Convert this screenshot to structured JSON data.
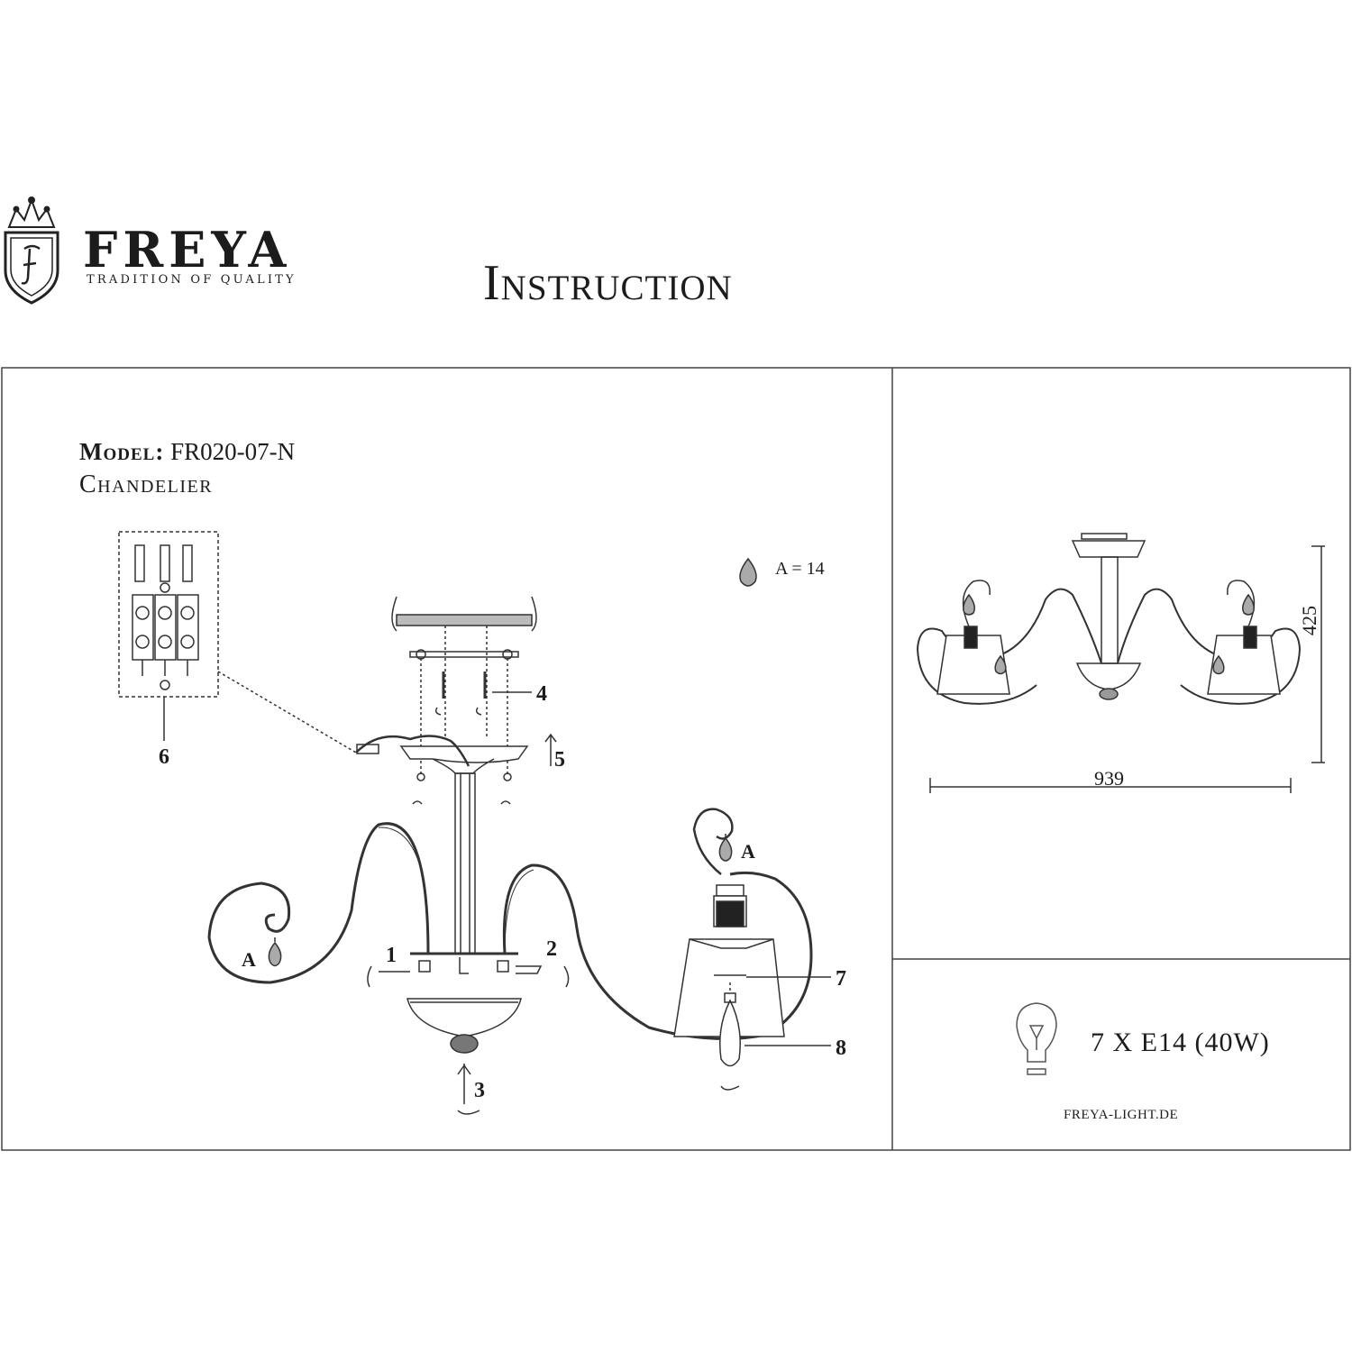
{
  "brand": {
    "name": "FREYA",
    "tagline": "TRADITION OF QUALITY",
    "logo_icon": "crowned-shield-f-logo"
  },
  "title": "Instruction",
  "model": {
    "label": "Model:",
    "number": "FR020-07-N",
    "product_type": "Chandelier"
  },
  "crystal": {
    "icon": "crystal-drop-icon",
    "count_text": "A = 14"
  },
  "assembly_steps": [
    "1",
    "2",
    "3",
    "4",
    "5",
    "6",
    "7",
    "8"
  ],
  "crystal_labels": [
    "A",
    "A"
  ],
  "dimensions": {
    "width": "939",
    "height": "425"
  },
  "bulb": {
    "icon": "light-bulb-icon",
    "spec": "7 X E14 (40W)"
  },
  "website": "FREYA-LIGHT.DE"
}
